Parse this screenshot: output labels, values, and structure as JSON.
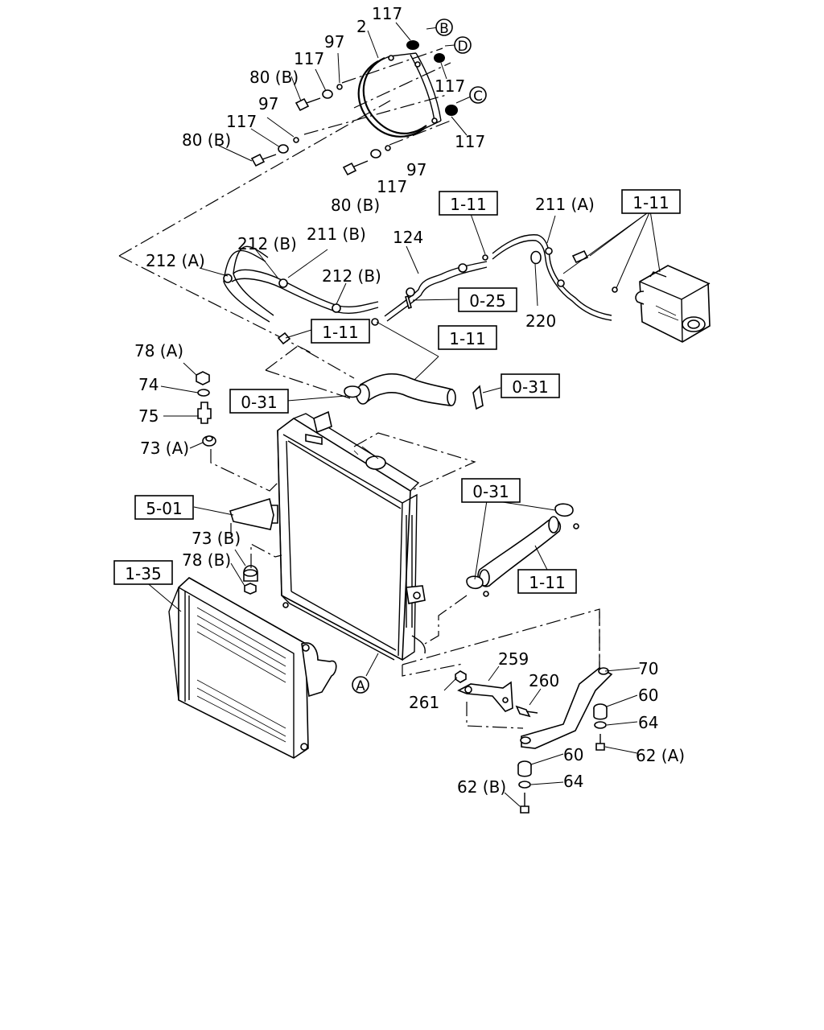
{
  "labels": {
    "l117a": "117",
    "l2": "2",
    "l97a": "97",
    "l117b": "117",
    "l80a": "80 (B)",
    "l117c": "117",
    "l97b": "97",
    "l117d": "117",
    "l80b": "80 (B)",
    "l117e": "117",
    "l97c": "97",
    "l117f": "117",
    "l80c": "80 (B)",
    "l211a": "211 (A)",
    "l212b1": "212 (B)",
    "l211b": "211 (B)",
    "l124": "124",
    "l212a": "212 (A)",
    "l212b2": "212 (B)",
    "l220": "220",
    "l78a": "78 (A)",
    "l74": "74",
    "l75": "75",
    "l73a": "73 (A)",
    "l73b": "73 (B)",
    "l78b": "78 (B)",
    "l259": "259",
    "l260": "260",
    "l261": "261",
    "l70": "70",
    "l60a": "60",
    "l64a": "64",
    "l62a": "62 (A)",
    "l60b": "60",
    "l64b": "64",
    "l62b": "62 (B)"
  },
  "refs": {
    "r111a": "1-11",
    "r111b": "1-11",
    "r025": "0-25",
    "r111c": "1-11",
    "r111d": "1-11",
    "r031a": "0-31",
    "r031b": "0-31",
    "r031c": "0-31",
    "r111e": "1-11",
    "r501": "5-01",
    "r135": "1-35"
  },
  "circles": {
    "cB": "B",
    "cD": "D",
    "cC": "C",
    "cA": "A"
  }
}
